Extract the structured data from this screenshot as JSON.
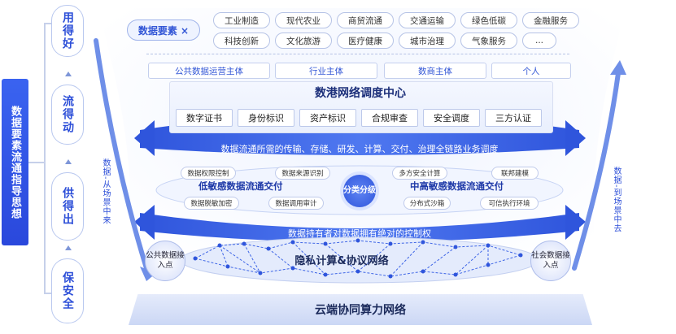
{
  "sidebar": {
    "title": "数据要素流通指导思想"
  },
  "steps": [
    {
      "label": "用得好"
    },
    {
      "label": "流得动"
    },
    {
      "label": "供得出"
    },
    {
      "label": "保安全"
    }
  ],
  "scenes": {
    "main_tag": "数据要素 ×",
    "tags": [
      "工业制造",
      "现代农业",
      "商贸流通",
      "交通运输",
      "绿色低碳",
      "金融服务",
      "科技创新",
      "文化旅游",
      "医疗健康",
      "城市治理",
      "气象服务",
      "..."
    ]
  },
  "entities": [
    "公共数据运营主体",
    "行业主体",
    "数商主体",
    "个人"
  ],
  "hub": {
    "title": "数港网络调度中心",
    "items": [
      "数字证书",
      "身份标识",
      "资产标识",
      "合规审查",
      "安全调度",
      "三方认证"
    ]
  },
  "banner_top": "数据流通所需的传输、存储、研发、计算、交付、治理全链路业务调度",
  "classification": {
    "center": "分类分级",
    "left_title": "低敏感数据流通交付",
    "left_tags": [
      "数据权限控制",
      "数据来源识别",
      "数据脱敏加密",
      "数据调用审计"
    ],
    "right_title": "中高敏感数据流通交付",
    "right_tags": [
      "多方安全计算",
      "联邦建模",
      "分布式沙箱",
      "可信执行环境"
    ]
  },
  "banner_bottom": "数据持有者对数据拥有绝对的控制权",
  "network": {
    "title": "隐私计算&协议网络",
    "left_node": "公共数据接入点",
    "right_node": "社会数据接入点"
  },
  "base": {
    "title": "云端协同算力网络"
  },
  "side_labels": {
    "left": "数据-从场景中来",
    "right": "数据-到场景中去"
  },
  "colors": {
    "accent": "#2f55dc",
    "light": "#e9effd"
  }
}
